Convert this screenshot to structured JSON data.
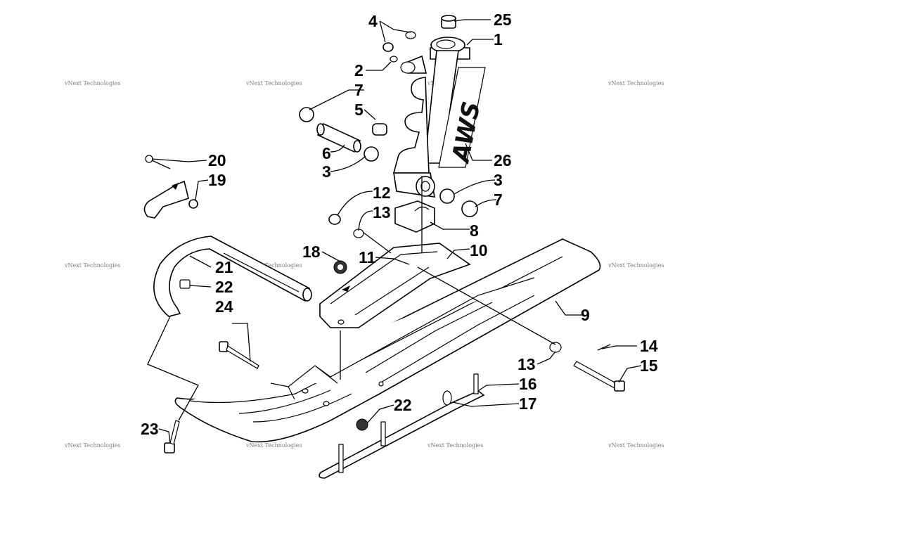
{
  "callouts": [
    {
      "id": "c25",
      "label": "25"
    },
    {
      "id": "c1",
      "label": "1"
    },
    {
      "id": "c4",
      "label": "4"
    },
    {
      "id": "c2",
      "label": "2"
    },
    {
      "id": "c7a",
      "label": "7"
    },
    {
      "id": "c5",
      "label": "5"
    },
    {
      "id": "c6",
      "label": "6"
    },
    {
      "id": "c3a",
      "label": "3"
    },
    {
      "id": "c26",
      "label": "26"
    },
    {
      "id": "c3b",
      "label": "3"
    },
    {
      "id": "c7b",
      "label": "7"
    },
    {
      "id": "c20",
      "label": "20"
    },
    {
      "id": "c19",
      "label": "19"
    },
    {
      "id": "c12",
      "label": "12"
    },
    {
      "id": "c13a",
      "label": "13"
    },
    {
      "id": "c8",
      "label": "8"
    },
    {
      "id": "c18",
      "label": "18"
    },
    {
      "id": "c11",
      "label": "11"
    },
    {
      "id": "c10",
      "label": "10"
    },
    {
      "id": "c21",
      "label": "21"
    },
    {
      "id": "c22a",
      "label": "22"
    },
    {
      "id": "c24",
      "label": "24"
    },
    {
      "id": "c9",
      "label": "9"
    },
    {
      "id": "c14",
      "label": "14"
    },
    {
      "id": "c15",
      "label": "15"
    },
    {
      "id": "c13b",
      "label": "13"
    },
    {
      "id": "c16",
      "label": "16"
    },
    {
      "id": "c17",
      "label": "17"
    },
    {
      "id": "c22b",
      "label": "22"
    },
    {
      "id": "c23",
      "label": "23"
    }
  ],
  "watermark": {
    "text": "vNext Technologies"
  },
  "logo": {
    "text": "AWS"
  }
}
